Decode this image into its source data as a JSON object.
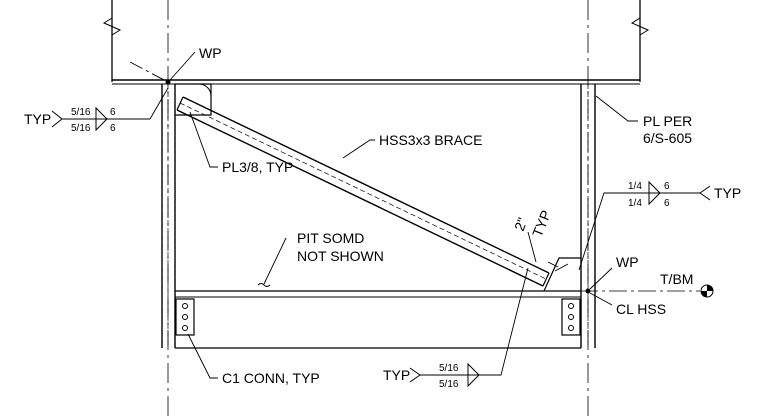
{
  "labels": {
    "wp_top": "WP",
    "typ_left": "TYP",
    "pl_per_1": "PL PER",
    "pl_per_2": "6/S-605",
    "brace": "HSS3x3 BRACE",
    "pl38": "PL3/8, TYP",
    "typ_right": "TYP",
    "pit_1": "PIT SOMD",
    "pit_2": "NOT SHOWN",
    "dim_2in": "2\"",
    "typ_diag": "TYP",
    "wp_right": "WP",
    "tbm": "T/BM",
    "cl_hss": "CL HSS",
    "c1_conn": "C1 CONN, TYP",
    "typ_bottom": "TYP"
  },
  "welds": {
    "left_top_size": "5/16",
    "left_top_len": "6",
    "left_bot_size": "5/16",
    "left_bot_len": "6",
    "right_top_size": "1/4",
    "right_top_len": "6",
    "right_bot_size": "1/4",
    "right_bot_len": "6",
    "bottom_top_size": "5/16",
    "bottom_bot_size": "5/16"
  },
  "icons": [
    "elevation-target-icon",
    "weld-symbol-icon",
    "break-line-icon"
  ]
}
